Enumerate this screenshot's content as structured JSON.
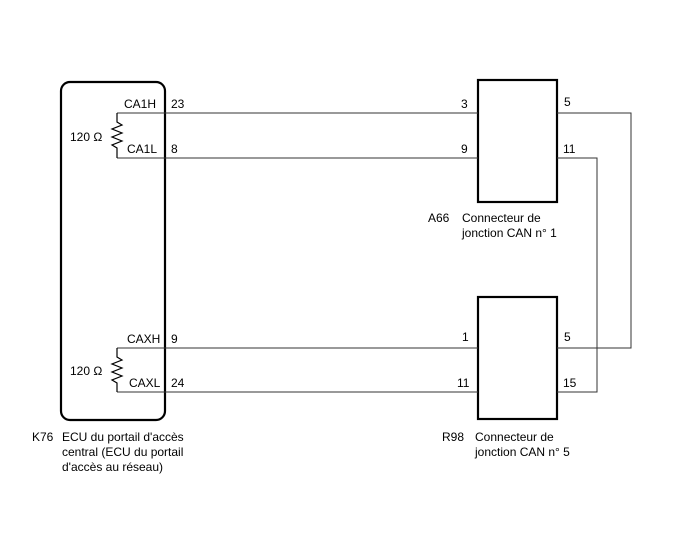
{
  "ecu": {
    "code": "K76",
    "name_lines": [
      "ECU du portail d'accès",
      "central (ECU du portail",
      "d'accès au réseau)"
    ],
    "pins": {
      "ca1h_name": "CA1H",
      "ca1h_num": "23",
      "ca1l_name": "CA1L",
      "ca1l_num": "8",
      "caxh_name": "CAXH",
      "caxh_num": "9",
      "caxl_name": "CAXL",
      "caxl_num": "24"
    },
    "resistor_top": "120 Ω",
    "resistor_bottom": "120 Ω"
  },
  "connector_a66": {
    "code": "A66",
    "name_lines": [
      "Connecteur de",
      "jonction CAN n° 1"
    ],
    "pins": {
      "left_top": "3",
      "left_bottom": "9",
      "right_top": "5",
      "right_bottom": "11"
    }
  },
  "connector_r98": {
    "code": "R98",
    "name_lines": [
      "Connecteur de",
      "jonction CAN n° 5"
    ],
    "pins": {
      "left_top": "1",
      "left_bottom": "11",
      "right_top": "5",
      "right_bottom": "15"
    }
  }
}
